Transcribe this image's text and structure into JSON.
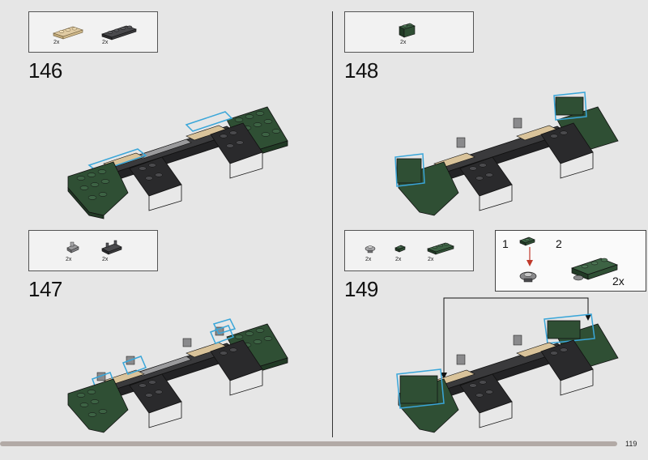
{
  "page": {
    "number": "119"
  },
  "steps": [
    {
      "number": "146",
      "parts": [
        {
          "qty": "2x",
          "icon": "tan-plate-1x3-icon"
        },
        {
          "qty": "2x",
          "icon": "dark-gray-plate-1x4-icon"
        }
      ]
    },
    {
      "number": "147",
      "parts": [
        {
          "qty": "2x",
          "icon": "gray-clip-icon"
        },
        {
          "qty": "2x",
          "icon": "dark-gray-plate-with-clips-icon"
        }
      ]
    },
    {
      "number": "148",
      "parts": [
        {
          "qty": "2x",
          "icon": "green-brick-1x2-icon"
        }
      ]
    },
    {
      "number": "149",
      "parts": [
        {
          "qty": "2x",
          "icon": "gray-round-tile-icon"
        },
        {
          "qty": "2x",
          "icon": "green-plate-1x1-icon"
        },
        {
          "qty": "2x",
          "icon": "green-plate-1x3-icon"
        }
      ]
    }
  ],
  "callout": {
    "sub_step_1": "1",
    "sub_step_2": "2",
    "multiplier": "2x"
  },
  "colors": {
    "dark_green": "#2f4f34",
    "tan": "#d9c39a",
    "dark_gray": "#3a3a3c",
    "light_gray": "#bdbdbd",
    "highlight": "#3aa6d9",
    "arrow_red": "#c0392b"
  }
}
